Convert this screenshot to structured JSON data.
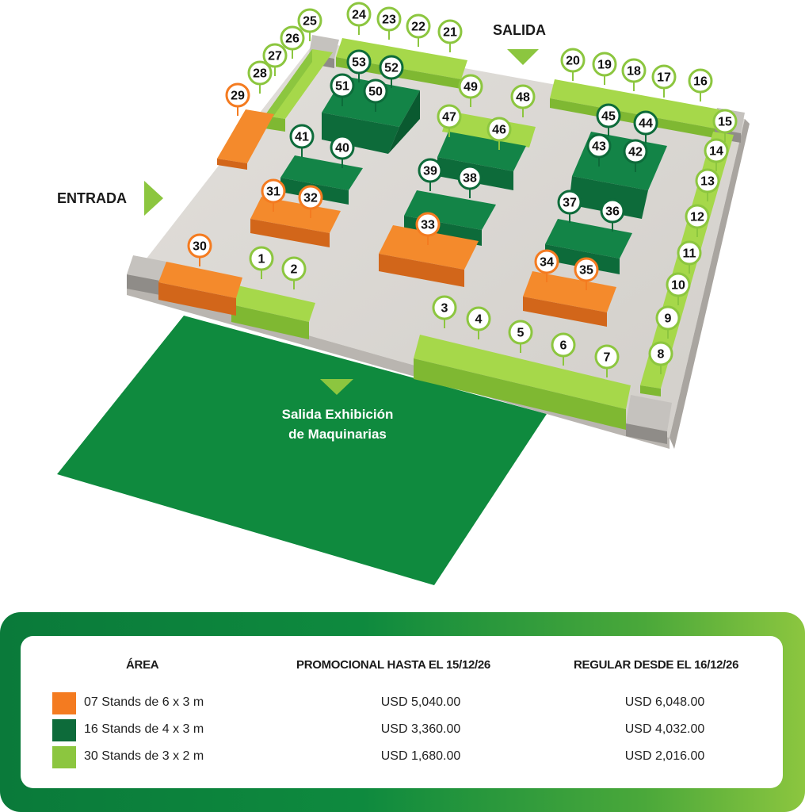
{
  "map": {
    "labels": {
      "entrada": "ENTRADA",
      "salida": "SALIDA",
      "exit_line1": "Salida Exhibición",
      "exit_line2": "de Maquinarias"
    },
    "colors": {
      "orange": "#f47b20",
      "dark_green": "#0d6b3a",
      "light_green": "#8cc63f",
      "field_green": "#0f8a3e",
      "floor": "#d9d6d2"
    },
    "stands": [
      {
        "n": "1",
        "type": "light"
      },
      {
        "n": "2",
        "type": "light"
      },
      {
        "n": "3",
        "type": "light"
      },
      {
        "n": "4",
        "type": "light"
      },
      {
        "n": "5",
        "type": "light"
      },
      {
        "n": "6",
        "type": "light"
      },
      {
        "n": "7",
        "type": "light"
      },
      {
        "n": "8",
        "type": "light"
      },
      {
        "n": "9",
        "type": "light"
      },
      {
        "n": "10",
        "type": "light"
      },
      {
        "n": "11",
        "type": "light"
      },
      {
        "n": "12",
        "type": "light"
      },
      {
        "n": "13",
        "type": "light"
      },
      {
        "n": "14",
        "type": "light"
      },
      {
        "n": "15",
        "type": "light"
      },
      {
        "n": "16",
        "type": "light"
      },
      {
        "n": "17",
        "type": "light"
      },
      {
        "n": "18",
        "type": "light"
      },
      {
        "n": "19",
        "type": "light"
      },
      {
        "n": "20",
        "type": "light"
      },
      {
        "n": "21",
        "type": "light"
      },
      {
        "n": "22",
        "type": "light"
      },
      {
        "n": "23",
        "type": "light"
      },
      {
        "n": "24",
        "type": "light"
      },
      {
        "n": "25",
        "type": "light"
      },
      {
        "n": "26",
        "type": "light"
      },
      {
        "n": "27",
        "type": "light"
      },
      {
        "n": "28",
        "type": "light"
      },
      {
        "n": "29",
        "type": "orange"
      },
      {
        "n": "30",
        "type": "orange"
      },
      {
        "n": "31",
        "type": "orange"
      },
      {
        "n": "32",
        "type": "orange"
      },
      {
        "n": "33",
        "type": "orange"
      },
      {
        "n": "34",
        "type": "orange"
      },
      {
        "n": "35",
        "type": "orange"
      },
      {
        "n": "36",
        "type": "dark"
      },
      {
        "n": "37",
        "type": "dark"
      },
      {
        "n": "38",
        "type": "dark"
      },
      {
        "n": "39",
        "type": "dark"
      },
      {
        "n": "40",
        "type": "dark"
      },
      {
        "n": "41",
        "type": "dark"
      },
      {
        "n": "42",
        "type": "dark"
      },
      {
        "n": "43",
        "type": "dark"
      },
      {
        "n": "44",
        "type": "dark"
      },
      {
        "n": "45",
        "type": "dark"
      },
      {
        "n": "46",
        "type": "light"
      },
      {
        "n": "47",
        "type": "light"
      },
      {
        "n": "48",
        "type": "light"
      },
      {
        "n": "49",
        "type": "light"
      },
      {
        "n": "50",
        "type": "dark"
      },
      {
        "n": "51",
        "type": "dark"
      },
      {
        "n": "52",
        "type": "dark"
      },
      {
        "n": "53",
        "type": "dark"
      }
    ]
  },
  "pricing": {
    "headers": {
      "area": "ÁREA",
      "promo": "PROMOCIONAL HASTA EL 15/12/26",
      "regular": "REGULAR DESDE EL 16/12/26"
    },
    "rows": [
      {
        "area": "07 Stands de 6 x 3 m",
        "promo": "USD 5,040.00",
        "regular": "USD 6,048.00",
        "color": "#f47b20"
      },
      {
        "area": "16 Stands de 4 x 3 m",
        "promo": "USD 3,360.00",
        "regular": "USD 4,032.00",
        "color": "#0d6b3a"
      },
      {
        "area": "30 Stands de 3 x 2 m",
        "promo": "USD 1,680.00",
        "regular": "USD 2,016.00",
        "color": "#8cc63f"
      }
    ]
  }
}
